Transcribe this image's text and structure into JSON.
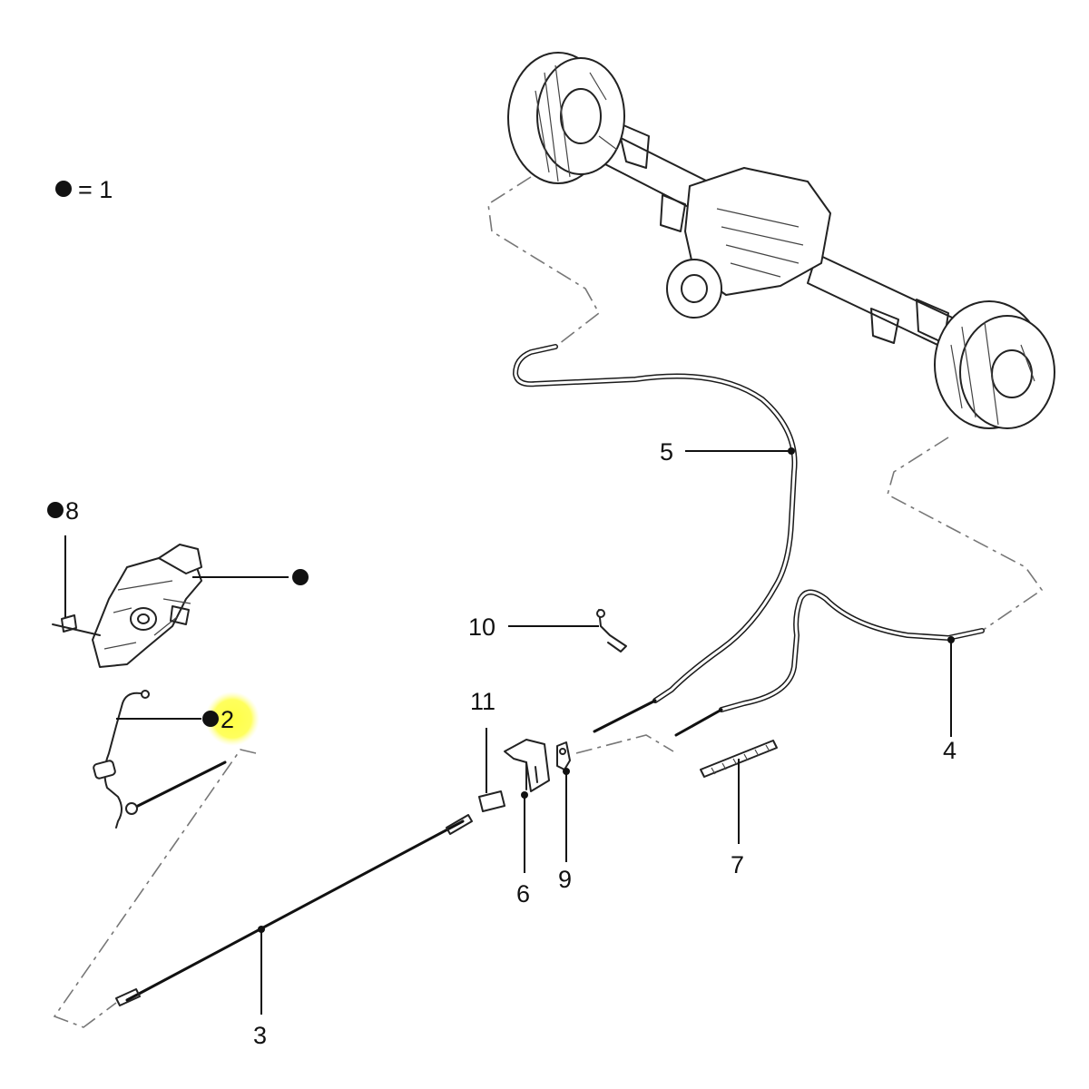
{
  "legend": {
    "text": "= 1"
  },
  "callouts": {
    "c2": "2",
    "c3": "3",
    "c4": "4",
    "c5": "5",
    "c6": "6",
    "c7": "7",
    "c8": "8",
    "c9": "9",
    "c10": "10",
    "c11": "11"
  },
  "colors": {
    "highlight": "#ffff44",
    "ink": "#111111"
  }
}
